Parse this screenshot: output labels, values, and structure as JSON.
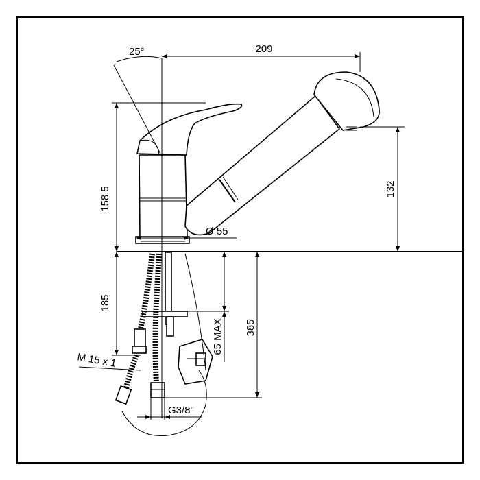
{
  "drawing": {
    "labels": {
      "angle": "25°",
      "width": "209",
      "body_height": "158.5",
      "spout_height": "132",
      "base_diameter": "Ø 55",
      "under_counter": "185",
      "mounting": "65 MAX",
      "total_length": "385",
      "connector_thread": "M 15 x 1",
      "hose_thread": "G3/8\""
    },
    "colors": {
      "line": "#000000",
      "background": "#ffffff"
    }
  }
}
